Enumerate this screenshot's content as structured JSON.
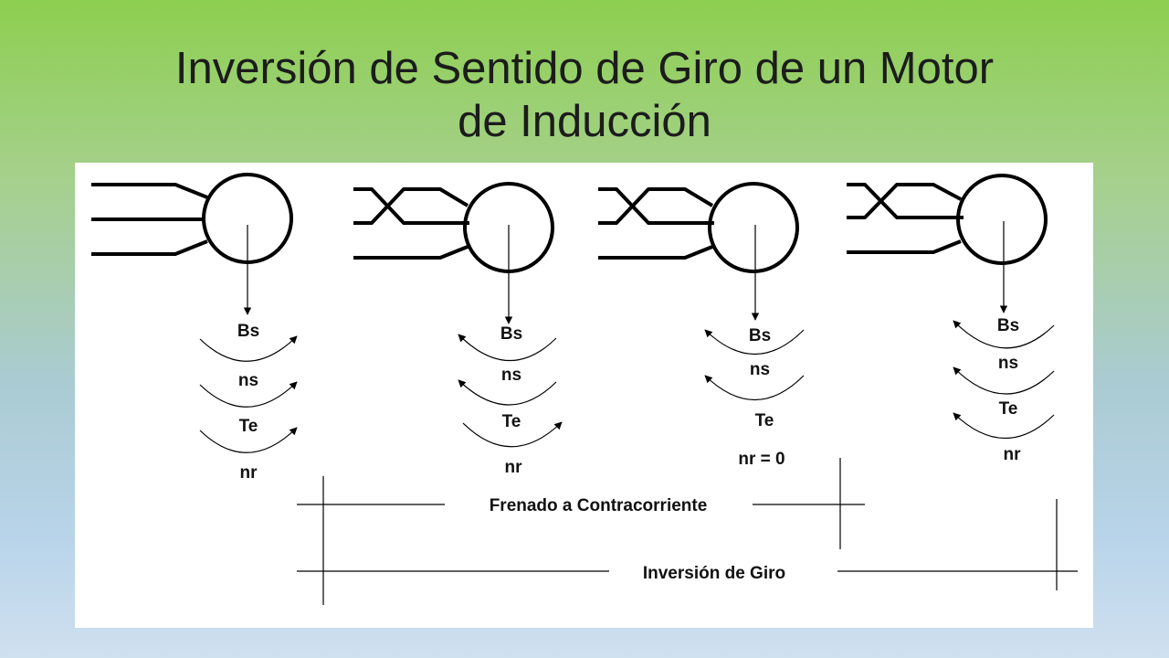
{
  "title": {
    "line1": "Inversión de Sentido de Giro de un Motor",
    "line2": "de Inducción"
  },
  "panels": [
    {
      "labels": [
        "Bs",
        "ns",
        "Te",
        "nr"
      ],
      "arrow_dirs": [
        "right",
        "right",
        "right"
      ]
    },
    {
      "labels": [
        "Bs",
        "ns",
        "Te",
        "nr"
      ],
      "arrow_dirs": [
        "left",
        "left",
        "right"
      ]
    },
    {
      "labels": [
        "Bs",
        "ns",
        "Te",
        "nr = 0"
      ],
      "arrow_dirs": [
        "left",
        "left"
      ]
    },
    {
      "labels": [
        "Bs",
        "ns",
        "Te",
        "nr"
      ],
      "arrow_dirs": [
        "left",
        "left",
        "left"
      ]
    }
  ],
  "spans": {
    "braking": "Frenado a Contracorriente",
    "reversal": "Inversión de Giro"
  },
  "colors": {
    "background_top": "#8dcf50",
    "background_bottom": "#cfe0ef",
    "panel": "#ffffff",
    "ink": "#000000"
  }
}
